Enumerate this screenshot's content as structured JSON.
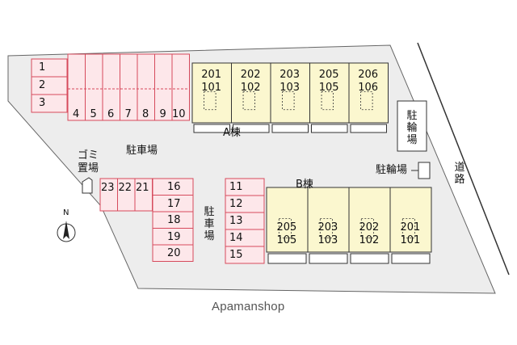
{
  "colors": {
    "lot": "#ededed",
    "stall_fill": "#fde7ea",
    "stall_stroke": "#d64a5c",
    "building_fill": "#fbf7cf",
    "building_stroke": "#333333",
    "road_line": "#333333"
  },
  "icons": {
    "compass": "north-arrow-icon",
    "trash_box": "garbage-box-icon",
    "bike_box": "bicycle-rack-icon"
  },
  "parking": {
    "top_left_stacked": [
      "1",
      "2",
      "3"
    ],
    "top_row": [
      "4",
      "5",
      "6",
      "7",
      "8",
      "9",
      "10"
    ],
    "bottom_row": [
      "23",
      "22",
      "21"
    ],
    "bottom_stacked": [
      "16",
      "17",
      "18",
      "19",
      "20"
    ],
    "middle_stacked": [
      "11",
      "12",
      "13",
      "14",
      "15"
    ]
  },
  "building_a": {
    "label": "A棟",
    "units": [
      {
        "upper": "201",
        "lower": "101"
      },
      {
        "upper": "202",
        "lower": "102"
      },
      {
        "upper": "203",
        "lower": "103"
      },
      {
        "upper": "205",
        "lower": "105"
      },
      {
        "upper": "206",
        "lower": "106"
      }
    ]
  },
  "building_b": {
    "label": "B棟",
    "units": [
      {
        "upper": "205",
        "lower": "105"
      },
      {
        "upper": "203",
        "lower": "103"
      },
      {
        "upper": "202",
        "lower": "102"
      },
      {
        "upper": "201",
        "lower": "101"
      }
    ]
  },
  "labels": {
    "parking_lot": "駐車場",
    "parking_lot_vertical": "駐車場",
    "garbage_line1": "ゴミ",
    "garbage_line2": "置場",
    "bike_parking_vertical": "駐輪場",
    "bike_parking": "駐輪場",
    "road": "道路",
    "compass_letter": "N"
  },
  "watermark": "Apamanshop"
}
